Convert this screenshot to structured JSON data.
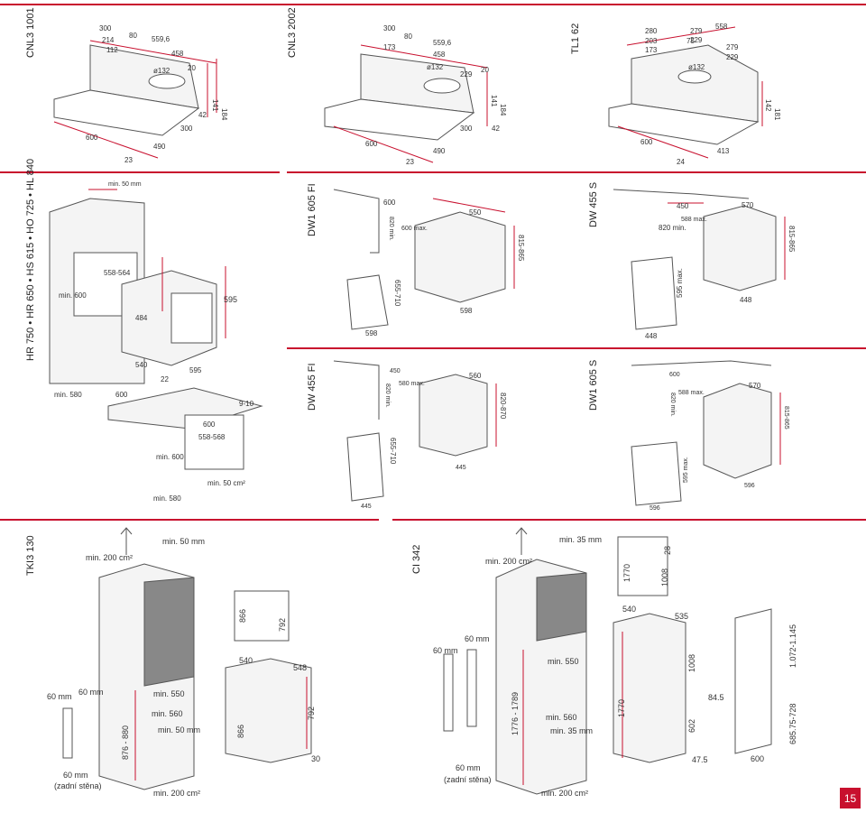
{
  "page_number": "15",
  "accent_color": "#c8102e",
  "models": {
    "cnl3_1001": "CNL3 1001",
    "cnl3_2002": "CNL3 2002",
    "tl1_62": "TL1 62",
    "hr_oven": "HR 750 • HR 650 • HS 615 • HO 725 • HL 840",
    "dw1_605_fi": "DW1 605 FI",
    "dw_455_s": "DW 455 S",
    "dw_455_fi": "DW 455 FI",
    "dw1_605_s": "DW1 605 S",
    "tki3_130": "TKI3 130",
    "ci_342": "CI 342"
  },
  "cnl3_1001": {
    "d300": "300",
    "d214": "214",
    "d112": "112",
    "d80": "80",
    "d559": "559,6",
    "d458": "458",
    "d132": "ø132",
    "d20": "20",
    "d141": "141",
    "d184": "184",
    "d42": "42",
    "d300b": "300",
    "d600": "600",
    "d490": "490",
    "d23": "23"
  },
  "cnl3_2002": {
    "d300": "300",
    "d173": "173",
    "d80": "80",
    "d559": "559,6",
    "d458": "458",
    "d132": "ø132",
    "d229": "229",
    "d20": "20",
    "d141": "141",
    "d184": "184",
    "d300b": "300",
    "d42": "42",
    "d600": "600",
    "d490": "490",
    "d23": "23"
  },
  "tl1_62": {
    "d280": "280",
    "d203": "203",
    "d173": "173",
    "d75": "75",
    "d279": "279",
    "d229": "229",
    "d558": "558",
    "d279b": "279",
    "d229b": "229",
    "d132": "ø132",
    "d142": "142",
    "d181": "181",
    "d600": "600",
    "d413": "413",
    "d24": "24"
  },
  "oven": {
    "min50": "min. 50 mm",
    "d558": "558-564",
    "min600": "min. 600",
    "d484": "484",
    "d595": "595",
    "d540": "540",
    "d22": "22",
    "d595b": "595",
    "min580": "min. 580",
    "d600": "600",
    "d9_10": "9-10",
    "d600b": "600",
    "d558b": "558-568",
    "min600b": "min. 600",
    "min580b": "min. 580",
    "min50cm": "min. 50 cm²"
  },
  "dw1_605_fi": {
    "d600": "600",
    "d820": "820 min.",
    "d550": "550",
    "d815": "815-865",
    "d655": "655-710",
    "d598": "598",
    "d598b": "598",
    "d600b": "600 max."
  },
  "dw_455_s": {
    "d450": "450",
    "d570": "570",
    "d820": "820 min.",
    "d588": "588 max.",
    "d815": "815-865",
    "d595": "595 max.",
    "d448": "448",
    "d448b": "448"
  },
  "dw_455_fi": {
    "d450": "450",
    "d820": "820 min.",
    "d580": "580 max.",
    "d560": "560",
    "d820b": "820-870",
    "d655": "655-710",
    "d445": "445",
    "d445b": "445"
  },
  "dw1_605_s": {
    "d600": "600",
    "d820": "820 min.",
    "d588": "588 max.",
    "d570": "570",
    "d815": "815-865",
    "d595": "595 max.",
    "d596": "596",
    "d596b": "596"
  },
  "tki3_130": {
    "min200top": "min. 200 cm²",
    "min50": "min. 50 mm",
    "d60a": "60 mm",
    "d60b": "60 mm",
    "d60c": "60 mm",
    "zadni": "(zadní stěna)",
    "min550": "min. 550",
    "min560": "min. 560",
    "min50b": "min. 50 mm",
    "d876": "876 - 880",
    "min200bot": "min. 200 cm²",
    "d866": "866",
    "d792": "792",
    "d540": "540",
    "d548": "548",
    "d866b": "866",
    "d792b": "792",
    "d30": "30"
  },
  "ci_342": {
    "min200top": "min. 200 cm²",
    "min35": "min. 35 mm",
    "d60a": "60 mm",
    "d60b": "60 mm",
    "d60c": "60 mm",
    "zadni": "(zadní stěna)",
    "min550": "min. 550",
    "min560": "min. 560",
    "min35b": "min. 35 mm",
    "d1776": "1776 - 1789",
    "min200bot": "min. 200 cm²",
    "d1770": "1770",
    "d1008": "1008",
    "d28": "28",
    "d540": "540",
    "d535": "535",
    "d1008b": "1008",
    "d1770b": "1770",
    "d602": "602",
    "d84": "84.5",
    "d47": "47.5",
    "d1072": "1.072-1.145",
    "d685": "685.75-728",
    "d600": "600"
  }
}
